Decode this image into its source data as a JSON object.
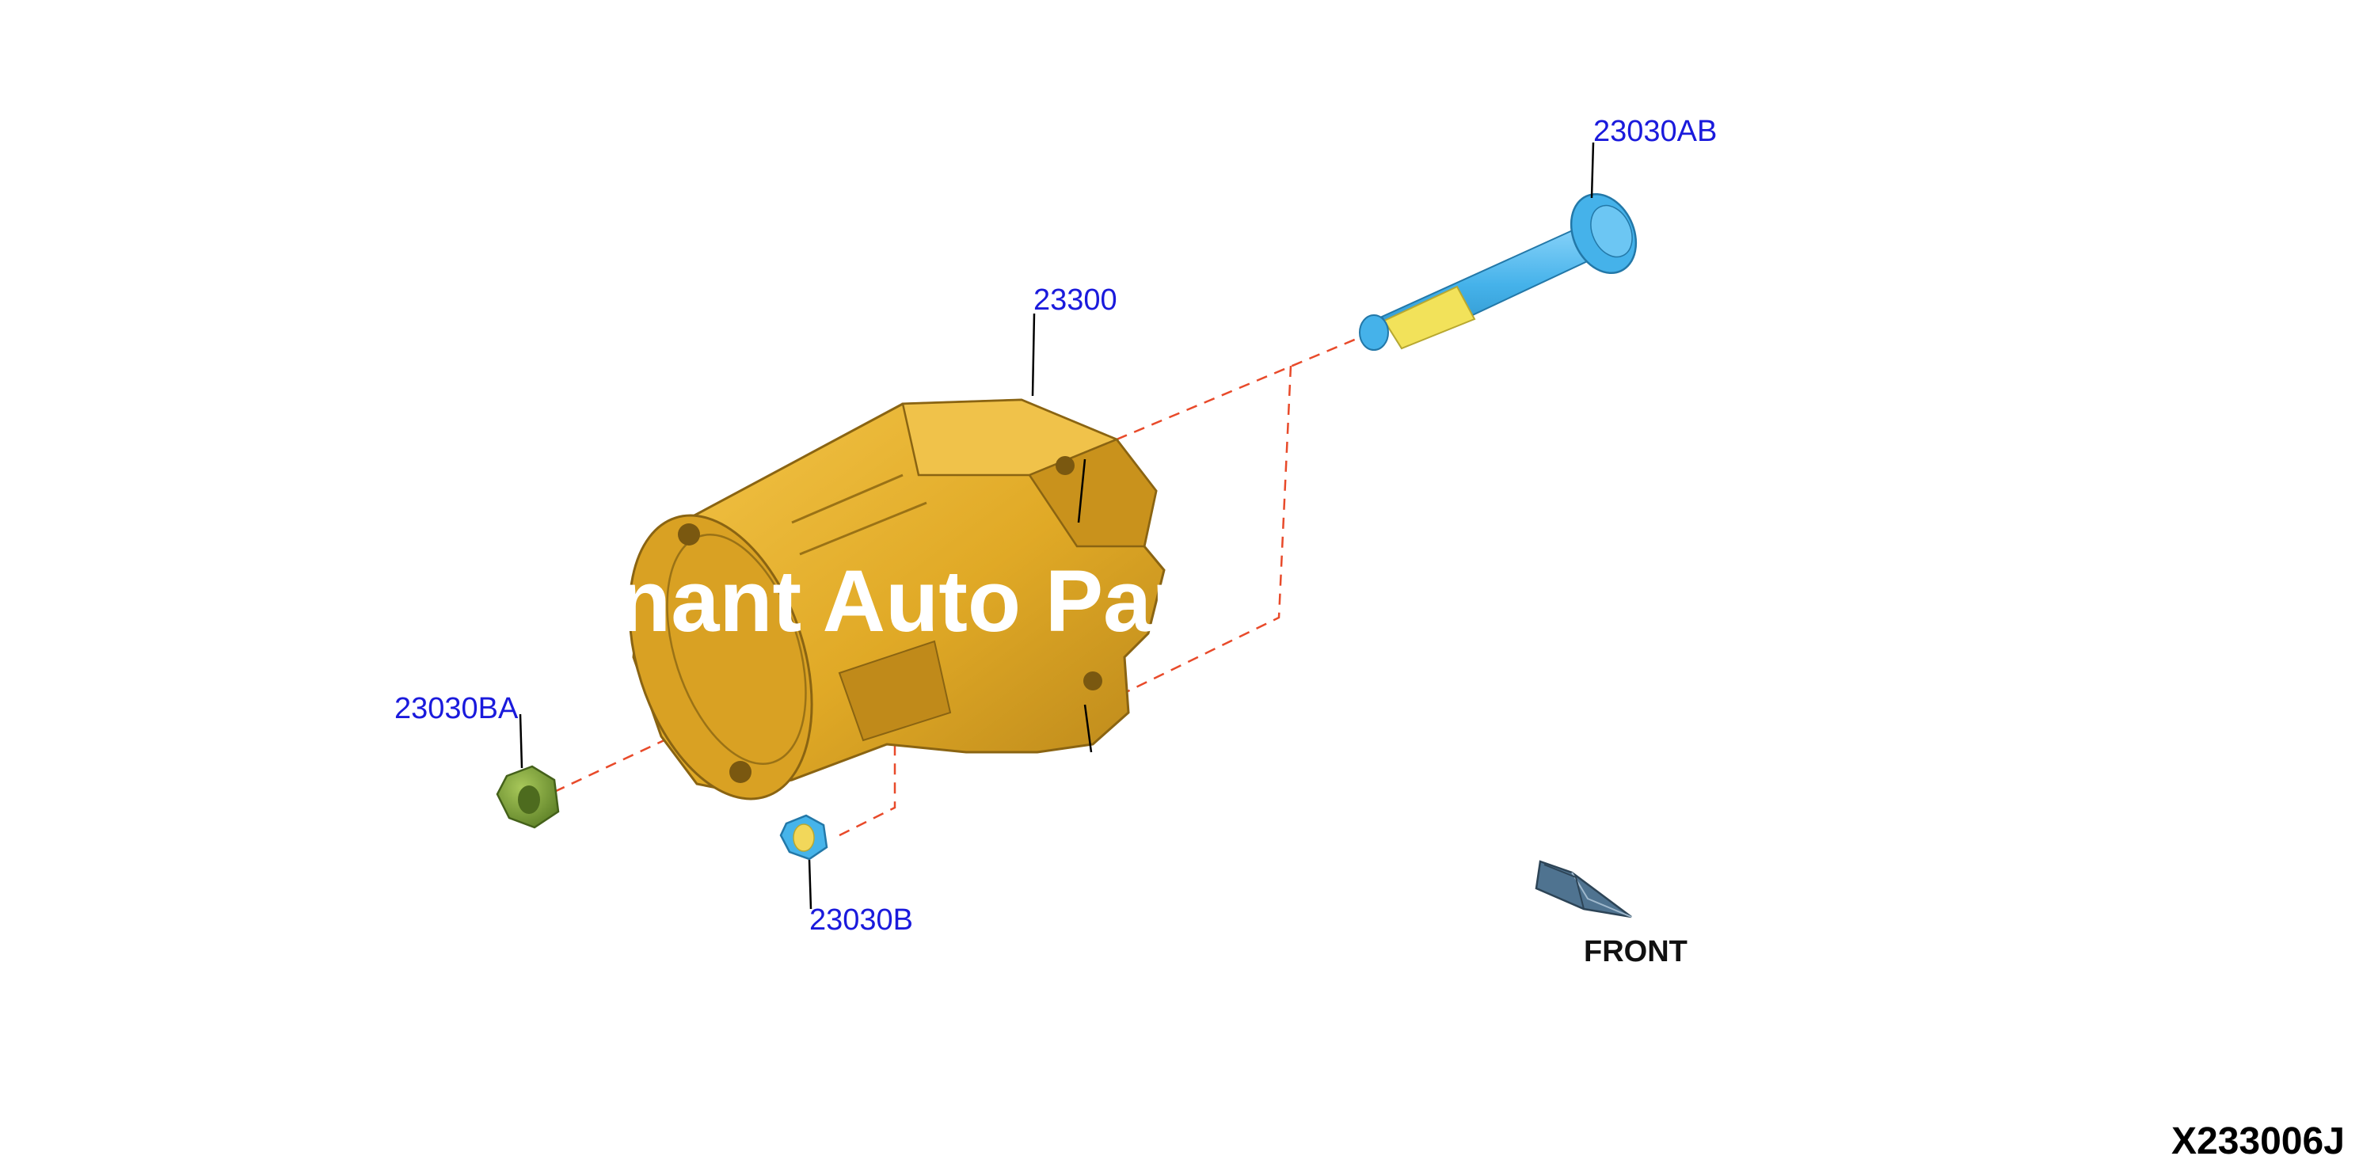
{
  "diagram": {
    "code": "X233006J",
    "front_label": "FRONT",
    "watermark": "nant Auto Par",
    "callouts": [
      {
        "id": "starter",
        "label": "23300"
      },
      {
        "id": "bolt",
        "label": "23030AB"
      },
      {
        "id": "nut-large",
        "label": "23030BA"
      },
      {
        "id": "nut-small",
        "label": "23030B"
      }
    ]
  },
  "colors": {
    "starter": "#e0a926",
    "bolt": "#45b2ea",
    "bolt_thread": "#f2e25a",
    "nut_large": "#7fa43a",
    "nut_small": "#46b4ea",
    "callout_text": "#1a1adc",
    "dash_line": "#e84a2a",
    "arrow": "#4f7390"
  }
}
